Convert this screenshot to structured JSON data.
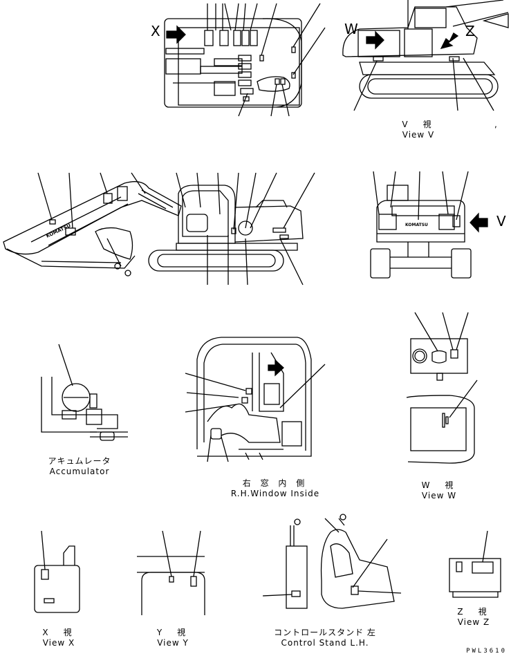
{
  "views": {
    "view_v": {
      "jp": "V　視",
      "en": "View V",
      "comma": ","
    },
    "accumulator": {
      "jp": "アキュムレータ",
      "en": "Accumulator"
    },
    "rh_window": {
      "jp": "右 窓 内 側",
      "en": "R.H.Window Inside"
    },
    "view_w": {
      "jp": "W　視",
      "en": "View W"
    },
    "view_x": {
      "jp": "X　視",
      "en": "View X"
    },
    "view_y": {
      "jp": "Y　視",
      "en": "View Y"
    },
    "control_stand": {
      "jp": "コントロールスタンド 左",
      "en": "Control Stand L.H."
    },
    "view_z": {
      "jp": "Z　視",
      "en": "View Z"
    }
  },
  "arrow_letters": {
    "x": "X",
    "w": "W",
    "z": "Z",
    "v": "V"
  },
  "brand": {
    "boom_logo": "KOMATSU",
    "rear_logo": "KOMATSU"
  },
  "doc_number": "PWL3610"
}
